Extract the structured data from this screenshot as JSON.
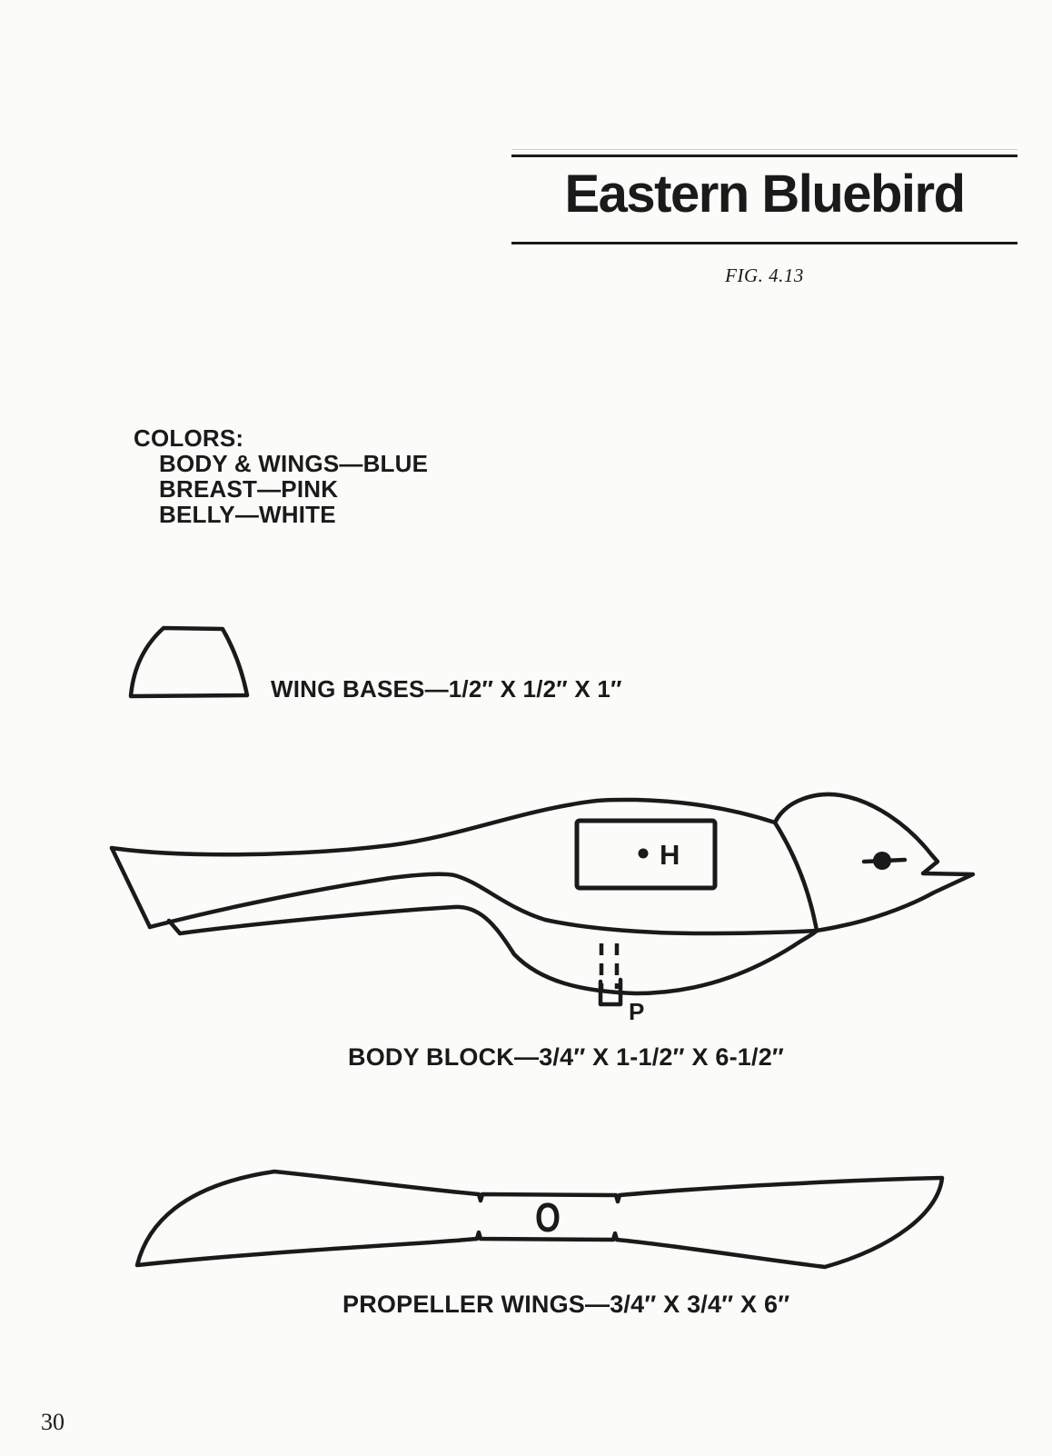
{
  "page": {
    "background": "#fbfbf9",
    "ink": "#1a1a1a",
    "page_number": "30"
  },
  "header": {
    "title": "Eastern Bluebird",
    "figure_caption": "FIG. 4.13"
  },
  "colors_list": {
    "heading": "COLORS:",
    "items": [
      "BODY & WINGS—BLUE",
      "BREAST—PINK",
      "BELLY—WHITE"
    ]
  },
  "parts": {
    "wing_bases": {
      "label": "WING BASES—1/2″ X 1/2″ X 1″"
    },
    "body_block": {
      "label": "BODY BLOCK—3/4″ X 1-1/2″ X 6-1/2″",
      "markers": {
        "h": "H",
        "p": "P"
      }
    },
    "propeller_wings": {
      "label": "PROPELLER WINGS—3/4″ X 3/4″ X 6″",
      "markers": {
        "o": "O"
      }
    }
  }
}
